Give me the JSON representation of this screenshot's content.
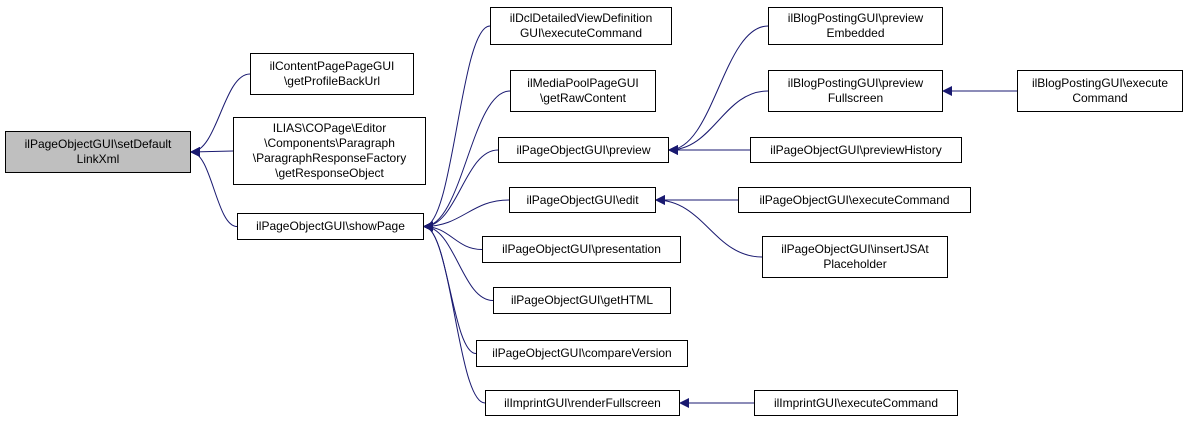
{
  "colors": {
    "edge": "#191970",
    "root_fill": "#bfbfbf",
    "node_fill": "#ffffff",
    "border": "#000000"
  },
  "nodes": {
    "root": [
      "ilPageObjectGUI\\setDefault",
      "LinkXml"
    ],
    "content_page": [
      "ilContentPagePageGUI",
      "\\getProfileBackUrl"
    ],
    "paragraph_factory": [
      "ILIAS\\COPage\\Editor",
      "\\Components\\Paragraph",
      "\\ParagraphResponseFactory",
      "\\getResponseObject"
    ],
    "show_page": [
      "ilPageObjectGUI\\showPage"
    ],
    "dcl_detailed": [
      "ilDclDetailedViewDefinition",
      "GUI\\executeCommand"
    ],
    "media_pool": [
      "ilMediaPoolPageGUI",
      "\\getRawContent"
    ],
    "preview": [
      "ilPageObjectGUI\\preview"
    ],
    "edit": [
      "ilPageObjectGUI\\edit"
    ],
    "presentation": [
      "ilPageObjectGUI\\presentation"
    ],
    "get_html": [
      "ilPageObjectGUI\\getHTML"
    ],
    "compare_version": [
      "ilPageObjectGUI\\compareVersion"
    ],
    "imprint_render": [
      "ilImprintGUI\\renderFullscreen"
    ],
    "blog_embedded": [
      "ilBlogPostingGUI\\preview",
      "Embedded"
    ],
    "blog_fullscreen": [
      "ilBlogPostingGUI\\preview",
      "Fullscreen"
    ],
    "blog_execute": [
      "ilBlogPostingGUI\\execute",
      "Command"
    ],
    "preview_history": [
      "ilPageObjectGUI\\previewHistory"
    ],
    "execute_command": [
      "ilPageObjectGUI\\executeCommand"
    ],
    "insert_js": [
      "ilPageObjectGUI\\insertJSAt",
      "Placeholder"
    ],
    "imprint_execute": [
      "ilImprintGUI\\executeCommand"
    ]
  },
  "edges": [
    [
      "root",
      "content_page"
    ],
    [
      "root",
      "paragraph_factory"
    ],
    [
      "root",
      "show_page"
    ],
    [
      "show_page",
      "dcl_detailed"
    ],
    [
      "show_page",
      "media_pool"
    ],
    [
      "show_page",
      "preview"
    ],
    [
      "show_page",
      "edit"
    ],
    [
      "show_page",
      "presentation"
    ],
    [
      "show_page",
      "get_html"
    ],
    [
      "show_page",
      "compare_version"
    ],
    [
      "show_page",
      "imprint_render"
    ],
    [
      "preview",
      "blog_embedded"
    ],
    [
      "preview",
      "blog_fullscreen"
    ],
    [
      "preview",
      "preview_history"
    ],
    [
      "blog_fullscreen",
      "blog_execute"
    ],
    [
      "edit",
      "execute_command"
    ],
    [
      "edit",
      "insert_js"
    ],
    [
      "imprint_render",
      "imprint_execute"
    ]
  ]
}
